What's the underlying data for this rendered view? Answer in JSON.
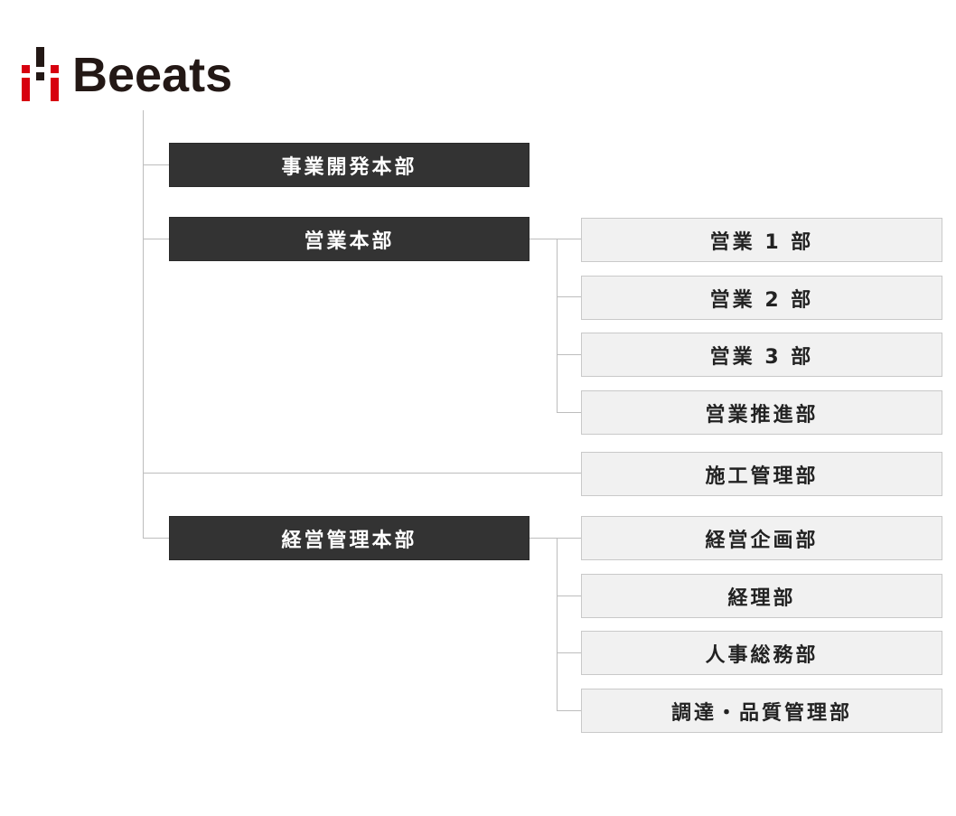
{
  "logo": {
    "text": "Beeats",
    "mark_colors": {
      "red": "#d7000f",
      "dark": "#231815"
    }
  },
  "org": {
    "divisions": [
      {
        "label": "事業開発本部"
      },
      {
        "label": "営業本部"
      },
      {
        "label": "経営管理本部"
      }
    ],
    "departments": {
      "sales": [
        {
          "label": "営業 1 部"
        },
        {
          "label": "営業 2 部"
        },
        {
          "label": "営業 3 部"
        },
        {
          "label": "営業推進部"
        }
      ],
      "construction": {
        "label": "施工管理部"
      },
      "management": [
        {
          "label": "経営企画部"
        },
        {
          "label": "経理部"
        },
        {
          "label": "人事総務部"
        },
        {
          "label": "調達・品質管理部"
        }
      ]
    }
  },
  "colors": {
    "division_bg": "#333333",
    "department_bg": "#f1f1f1",
    "connector": "#bdbdbd"
  }
}
